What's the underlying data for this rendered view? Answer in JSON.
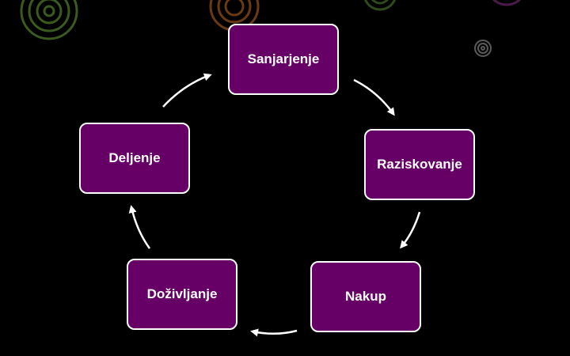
{
  "colors": {
    "background": "#000000",
    "node_fill": "#660066",
    "node_border": "#ffffff",
    "arrow": "#ffffff",
    "ring_green": "#3b5a1e",
    "ring_orange": "#6a3a14",
    "ring_grey": "#5a5a5a",
    "ring_purple": "#4a1a4a"
  },
  "cycle": {
    "nodes": [
      {
        "label": "Sanjarjenje"
      },
      {
        "label": "Raziskovanje"
      },
      {
        "label": "Nakup"
      },
      {
        "label": "Doživljanje"
      },
      {
        "label": "Deljenje"
      }
    ]
  }
}
